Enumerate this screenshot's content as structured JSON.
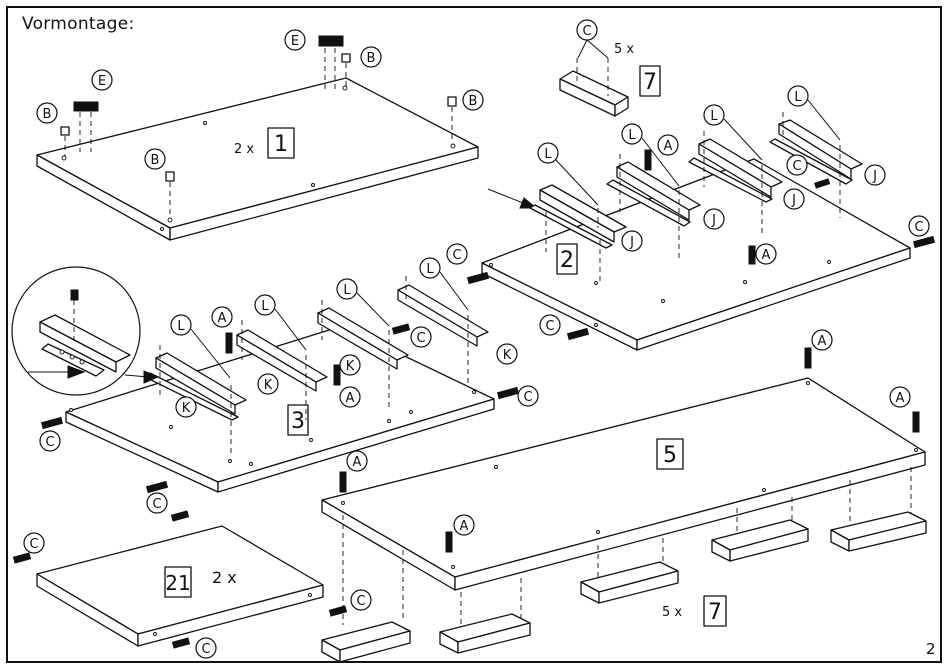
{
  "header": {
    "title": "Vormontage:"
  },
  "footer": {
    "page_number": "2"
  },
  "parts": {
    "p1": {
      "number": "1",
      "qty": "2 x"
    },
    "p2": {
      "number": "2"
    },
    "p3": {
      "number": "3"
    },
    "p5": {
      "number": "5"
    },
    "p7_top": {
      "number": "7",
      "qty": "5 x"
    },
    "p7_bottom": {
      "number": "7",
      "qty": "5 x"
    },
    "p21": {
      "number": "21",
      "qty": "2 x"
    }
  },
  "hardware_labels": {
    "A": "A",
    "B": "B",
    "C": "C",
    "E": "E",
    "J": "J",
    "K": "K",
    "L": "L"
  },
  "callouts": [
    {
      "id": "E1",
      "letter": "E"
    },
    {
      "id": "E2",
      "letter": "E"
    },
    {
      "id": "B1",
      "letter": "B"
    },
    {
      "id": "B2",
      "letter": "B"
    },
    {
      "id": "B3",
      "letter": "B"
    },
    {
      "id": "B4",
      "letter": "B"
    },
    {
      "id": "C-top",
      "letter": "C"
    },
    {
      "id": "L1",
      "letter": "L"
    },
    {
      "id": "L2",
      "letter": "L"
    },
    {
      "id": "L3",
      "letter": "L"
    },
    {
      "id": "L4",
      "letter": "L"
    },
    {
      "id": "A1",
      "letter": "A"
    },
    {
      "id": "J1",
      "letter": "J"
    },
    {
      "id": "J2",
      "letter": "J"
    },
    {
      "id": "J3",
      "letter": "J"
    },
    {
      "id": "J4",
      "letter": "J"
    },
    {
      "id": "C2",
      "letter": "C"
    },
    {
      "id": "A2",
      "letter": "A"
    },
    {
      "id": "C3",
      "letter": "C"
    },
    {
      "id": "C4",
      "letter": "C"
    },
    {
      "id": "C5",
      "letter": "C"
    },
    {
      "id": "L5",
      "letter": "L"
    },
    {
      "id": "A3",
      "letter": "A"
    },
    {
      "id": "L6",
      "letter": "L"
    },
    {
      "id": "L7",
      "letter": "L"
    },
    {
      "id": "L8",
      "letter": "L"
    },
    {
      "id": "C6",
      "letter": "C"
    },
    {
      "id": "K1",
      "letter": "K"
    },
    {
      "id": "K2",
      "letter": "K"
    },
    {
      "id": "K3",
      "letter": "K"
    },
    {
      "id": "K4",
      "letter": "K"
    },
    {
      "id": "A4",
      "letter": "A"
    },
    {
      "id": "C7",
      "letter": "C"
    },
    {
      "id": "C8",
      "letter": "C"
    },
    {
      "id": "A5",
      "letter": "A"
    },
    {
      "id": "A6",
      "letter": "A"
    },
    {
      "id": "A7",
      "letter": "A"
    },
    {
      "id": "A8",
      "letter": "A"
    },
    {
      "id": "C9",
      "letter": "C"
    },
    {
      "id": "C10",
      "letter": "C"
    },
    {
      "id": "C11",
      "letter": "C"
    },
    {
      "id": "C12",
      "letter": "C"
    }
  ],
  "colors": {
    "line": "#111111",
    "background": "#ffffff"
  }
}
